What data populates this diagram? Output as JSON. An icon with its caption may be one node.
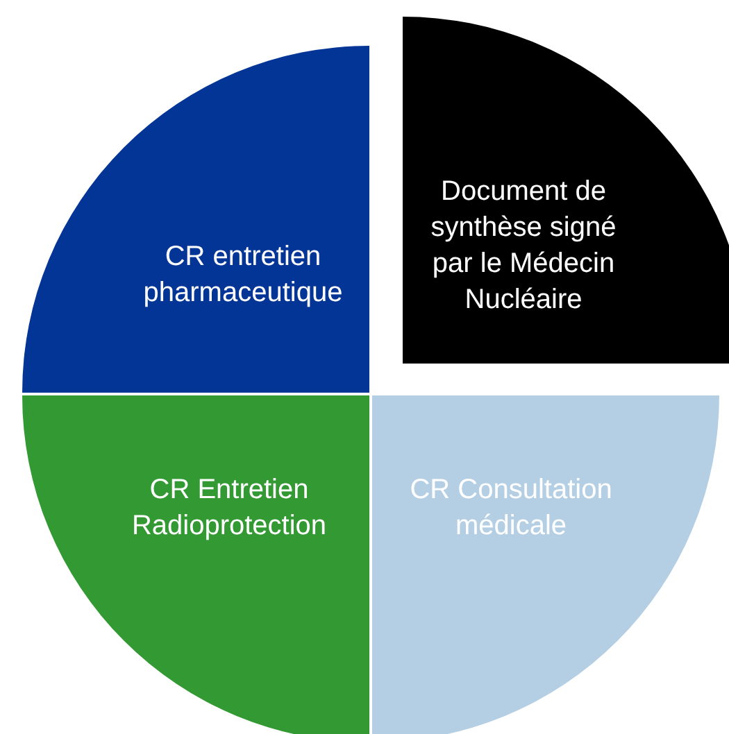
{
  "diagram": {
    "nodes": [
      {
        "text": [
          "CR entretien pharmaceutique"
        ]
      },
      {
        "text": [
          "Document de synthèse signé par le Médecin Nucléaire"
        ]
      },
      {
        "text": [
          "CR Entretien Radioprotection"
        ]
      },
      {
        "text": [
          "CR Consultation médicale"
        ]
      }
    ]
  }
}
